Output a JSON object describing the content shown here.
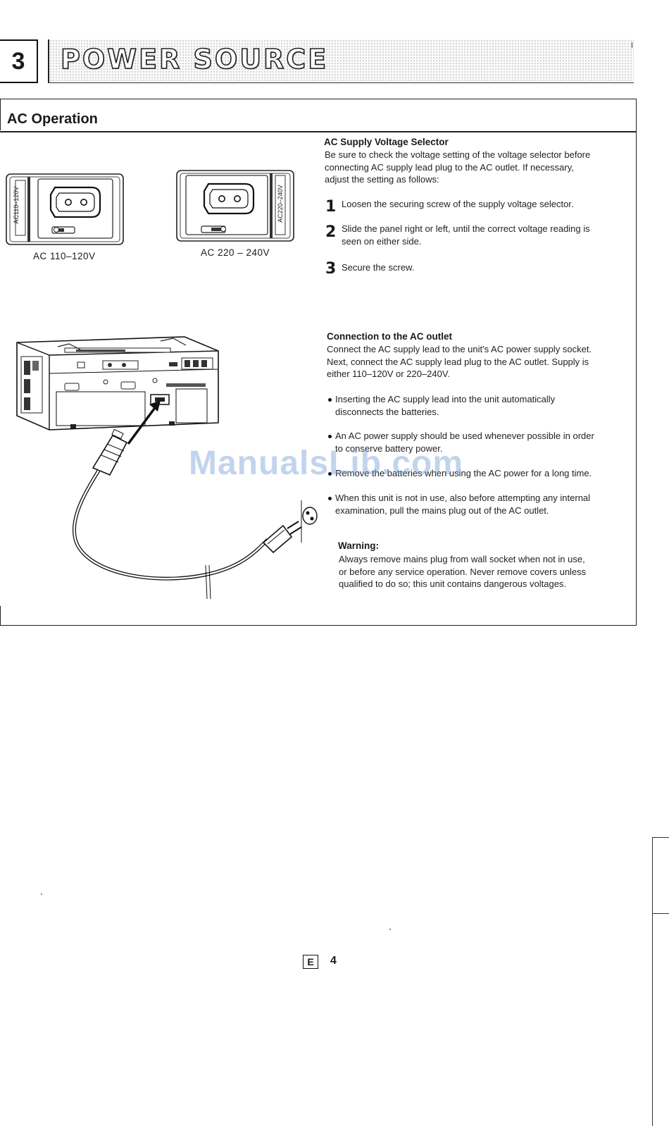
{
  "header": {
    "section_number": "3",
    "section_title": "POWER SOURCE"
  },
  "section": {
    "title": "AC Operation"
  },
  "voltage_selector": {
    "heading": "AC Supply Voltage Selector",
    "intro_lines": [
      "Be sure to check the voltage setting of the voltage selector before",
      "connecting AC supply lead plug to the AC outlet.  If necessary,",
      "adjust the setting as follows:"
    ],
    "steps": [
      {
        "num": "1",
        "lines": [
          "Loosen the securing screw of the supply voltage selector."
        ]
      },
      {
        "num": "2",
        "lines": [
          "Slide the panel right or left, until the correct voltage reading is",
          "seen on either side."
        ]
      },
      {
        "num": "3",
        "lines": [
          "Secure the screw."
        ]
      }
    ]
  },
  "figures": {
    "selector_left_label": "AC110–120V",
    "selector_left_caption": "AC 110–120V",
    "selector_right_label": "AC220–240V",
    "selector_right_caption": "AC 220 – 240V"
  },
  "connection": {
    "heading": "Connection to the AC outlet",
    "intro_lines": [
      "Connect the AC supply lead to the unit's AC power supply socket.",
      "Next, connect the AC supply lead plug to the AC outlet.  Supply is",
      "either 110–120V or 220–240V."
    ],
    "bullets": [
      {
        "lines": [
          "Inserting  the  AC  supply  lead  into  the  unit  automatically",
          "disconnects the batteries."
        ]
      },
      {
        "lines": [
          "An AC power supply should be used whenever possible in order",
          "to conserve battery power."
        ]
      },
      {
        "lines": [
          "Remove the batteries when using the AC power for a long time."
        ]
      },
      {
        "lines": [
          "When this unit is not in use, also before attempting any internal",
          "examination, pull the mains plug out of the AC outlet."
        ]
      }
    ]
  },
  "warning": {
    "heading": "Warning:",
    "lines": [
      "Always remove mains plug from wall socket when not in use,",
      "or before any service operation.  Never remove covers unless",
      "qualified to do so; this unit contains dangerous voltages."
    ]
  },
  "watermark": "ManualsLib.com",
  "footer": {
    "page_letter": "E",
    "page_number": "4"
  }
}
